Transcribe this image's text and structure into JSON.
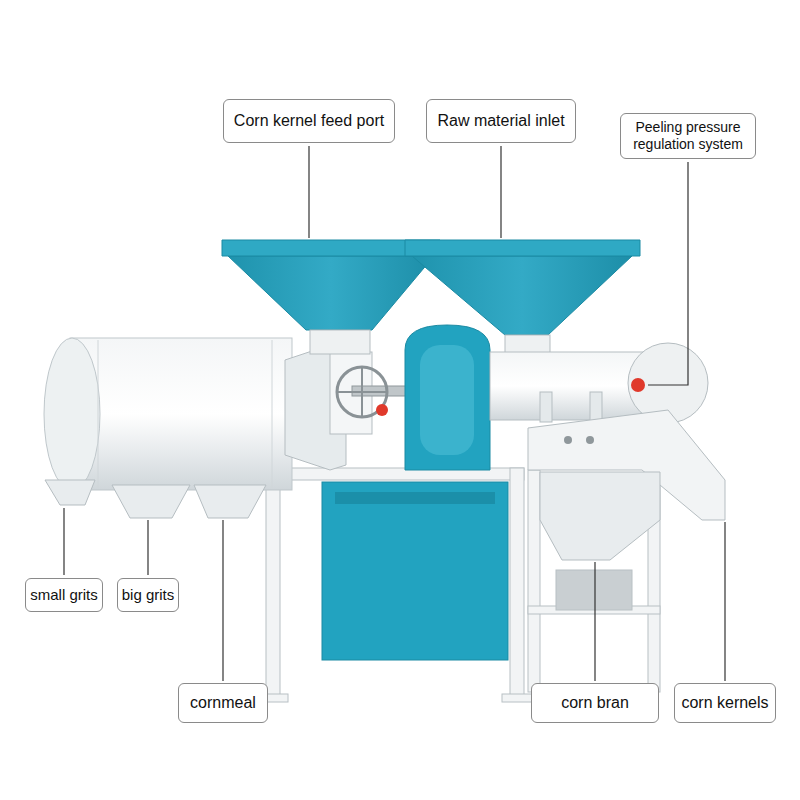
{
  "diagram": {
    "nodes": [
      {
        "text": [
          "Corn kernel feed port"
        ]
      },
      {
        "text": [
          "Raw material inlet"
        ]
      },
      {
        "text": [
          "Peeling pressure regulation system"
        ]
      },
      {
        "text": [
          "small grits"
        ]
      },
      {
        "text": [
          "big grits"
        ]
      },
      {
        "text": [
          "cornmeal"
        ]
      },
      {
        "text": [
          "corn bran"
        ]
      },
      {
        "text": [
          "corn kernels"
        ]
      }
    ]
  }
}
